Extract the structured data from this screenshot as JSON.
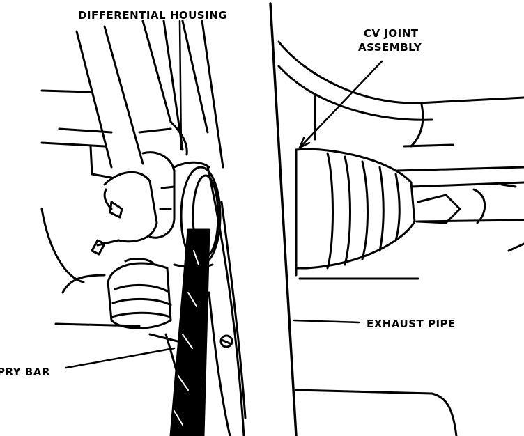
{
  "labels": {
    "differential_housing": "DIFFERENTIAL HOUSING",
    "cv_joint_line1": "CV JOINT",
    "cv_joint_line2": "ASSEMBLY",
    "exhaust_pipe": "EXHAUST PIPE",
    "pry_bar": "PRY BAR"
  },
  "colors": {
    "ink": "#000000",
    "paper": "#ffffff"
  }
}
